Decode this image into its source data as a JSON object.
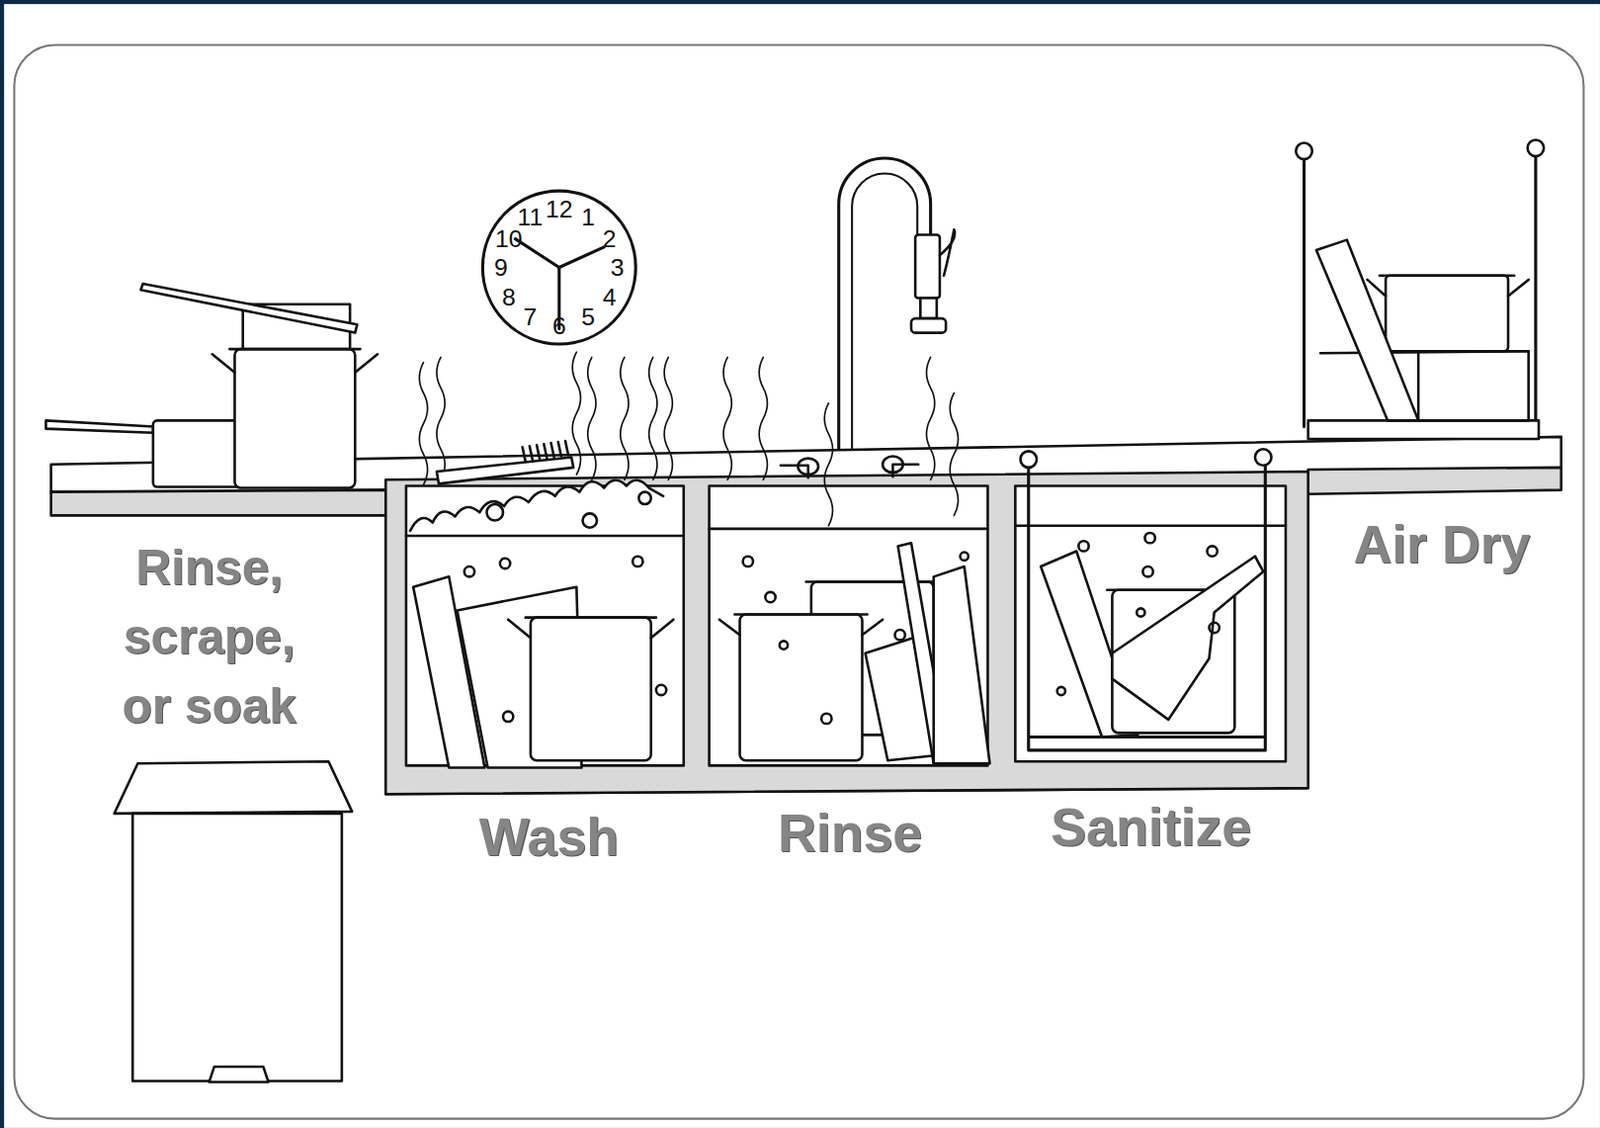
{
  "diagram": {
    "labels": [
      "Rinse, scrape, or soak",
      "Wash",
      "Rinse",
      "Sanitize",
      "Air Dry",
      "12",
      "1",
      "2",
      "3",
      "4",
      "5",
      "6",
      "7",
      "8",
      "9",
      "10",
      "11"
    ]
  }
}
